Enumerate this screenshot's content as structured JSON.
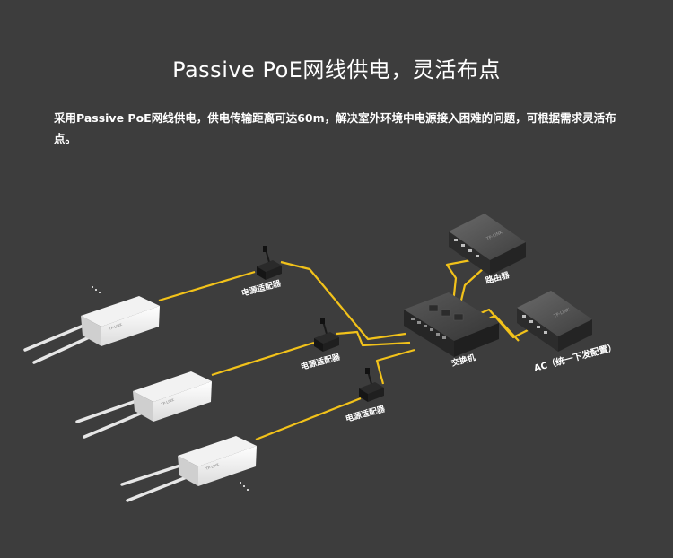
{
  "header": {
    "title": "Passive PoE网线供电，灵活布点",
    "description": "采用Passive PoE网线供电，供电传输距离可达60m，解决室外环境中电源接入困难的问题，可根据需求灵活布点。"
  },
  "diagram": {
    "labels": {
      "adapter_1": "电源适配器",
      "adapter_2": "电源适配器",
      "adapter_3": "电源适配器",
      "switch": "交换机",
      "router": "路由器",
      "ac": "AC（统一下发配置）",
      "device_brand": "TP-LINK"
    },
    "cable_color": "#f2c21a",
    "background_color": "#3d3d3d"
  }
}
